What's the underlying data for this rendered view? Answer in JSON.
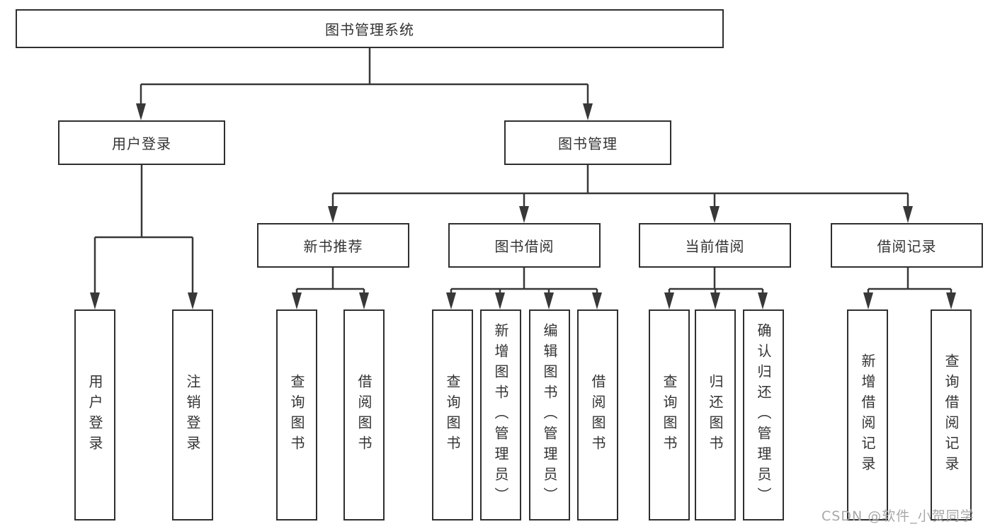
{
  "diagram_title": "图书管理系统",
  "nodes": {
    "root": {
      "label": "图书管理系统"
    },
    "level2": [
      {
        "label": "用户登录"
      },
      {
        "label": "图书管理"
      }
    ],
    "level3": [
      {
        "label": "新书推荐",
        "parent": "图书管理"
      },
      {
        "label": "图书借阅",
        "parent": "图书管理"
      },
      {
        "label": "当前借阅",
        "parent": "图书管理"
      },
      {
        "label": "借阅记录",
        "parent": "图书管理"
      }
    ],
    "leaves": [
      {
        "label": "用户登录",
        "parent": "用户登录"
      },
      {
        "label": "注销登录",
        "parent": "用户登录"
      },
      {
        "label": "查询图书",
        "parent": "新书推荐"
      },
      {
        "label": "借阅图书",
        "parent": "新书推荐"
      },
      {
        "label": "查询图书",
        "parent": "图书借阅"
      },
      {
        "label": "新增图书（管理员）",
        "parent": "图书借阅"
      },
      {
        "label": "编辑图书（管理员）",
        "parent": "图书借阅"
      },
      {
        "label": "借阅图书",
        "parent": "图书借阅"
      },
      {
        "label": "查询图书",
        "parent": "当前借阅"
      },
      {
        "label": "归还图书",
        "parent": "当前借阅"
      },
      {
        "label": "确认归还（管理员）",
        "parent": "当前借阅"
      },
      {
        "label": "新增借阅记录",
        "parent": "借阅记录"
      },
      {
        "label": "查询借阅记录",
        "parent": "借阅记录"
      }
    ]
  },
  "watermark": {
    "text": "CSDN @软件_小贺同学"
  },
  "colors": {
    "line": "#383838",
    "border": "#2f2f2f",
    "text": "#333333",
    "background": "#ffffff",
    "watermark": "#a8a8a8"
  }
}
